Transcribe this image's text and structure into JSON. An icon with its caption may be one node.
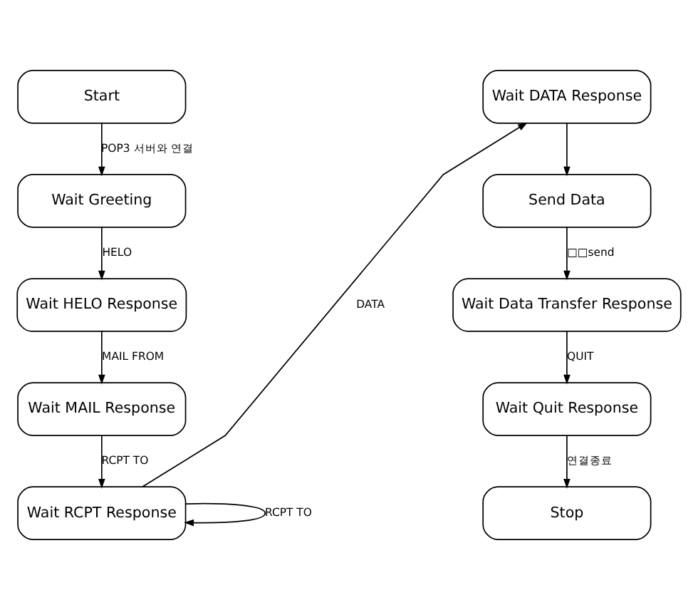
{
  "diagram": {
    "nodes": [
      {
        "text": [
          "Start"
        ]
      },
      {
        "text": [
          "Wait Greeting"
        ]
      },
      {
        "text": [
          "Wait HELO Response"
        ]
      },
      {
        "text": [
          "Wait MAIL Response"
        ]
      },
      {
        "text": [
          "Wait RCPT Response"
        ]
      },
      {
        "text": [
          "Wait DATA Response"
        ]
      },
      {
        "text": [
          "Send Data"
        ]
      },
      {
        "text": [
          "Wait Data Transfer Response"
        ]
      },
      {
        "text": [
          "Wait Quit Response"
        ]
      },
      {
        "text": [
          "Stop"
        ]
      }
    ],
    "edges": [
      {
        "from": 0,
        "to": 1,
        "arrow": "to",
        "label": "POP3 서버와 연결"
      },
      {
        "from": 1,
        "to": 2,
        "arrow": "to",
        "label": "HELO"
      },
      {
        "from": 2,
        "to": 3,
        "arrow": "to",
        "label": "MAIL FROM"
      },
      {
        "from": 3,
        "to": 4,
        "arrow": "to",
        "label": "RCPT TO"
      },
      {
        "from": 4,
        "to": 4,
        "arrow": "to",
        "label": "RCPT TO"
      },
      {
        "from": 4,
        "to": 5,
        "arrow": "to",
        "label": "DATA"
      },
      {
        "from": 5,
        "to": 6,
        "arrow": "to"
      },
      {
        "from": 6,
        "to": 7,
        "arrow": "to",
        "label": "□□send"
      },
      {
        "from": 7,
        "to": 8,
        "arrow": "to",
        "label": "QUIT"
      },
      {
        "from": 8,
        "to": 9,
        "arrow": "to",
        "label": "연결종료"
      }
    ]
  }
}
